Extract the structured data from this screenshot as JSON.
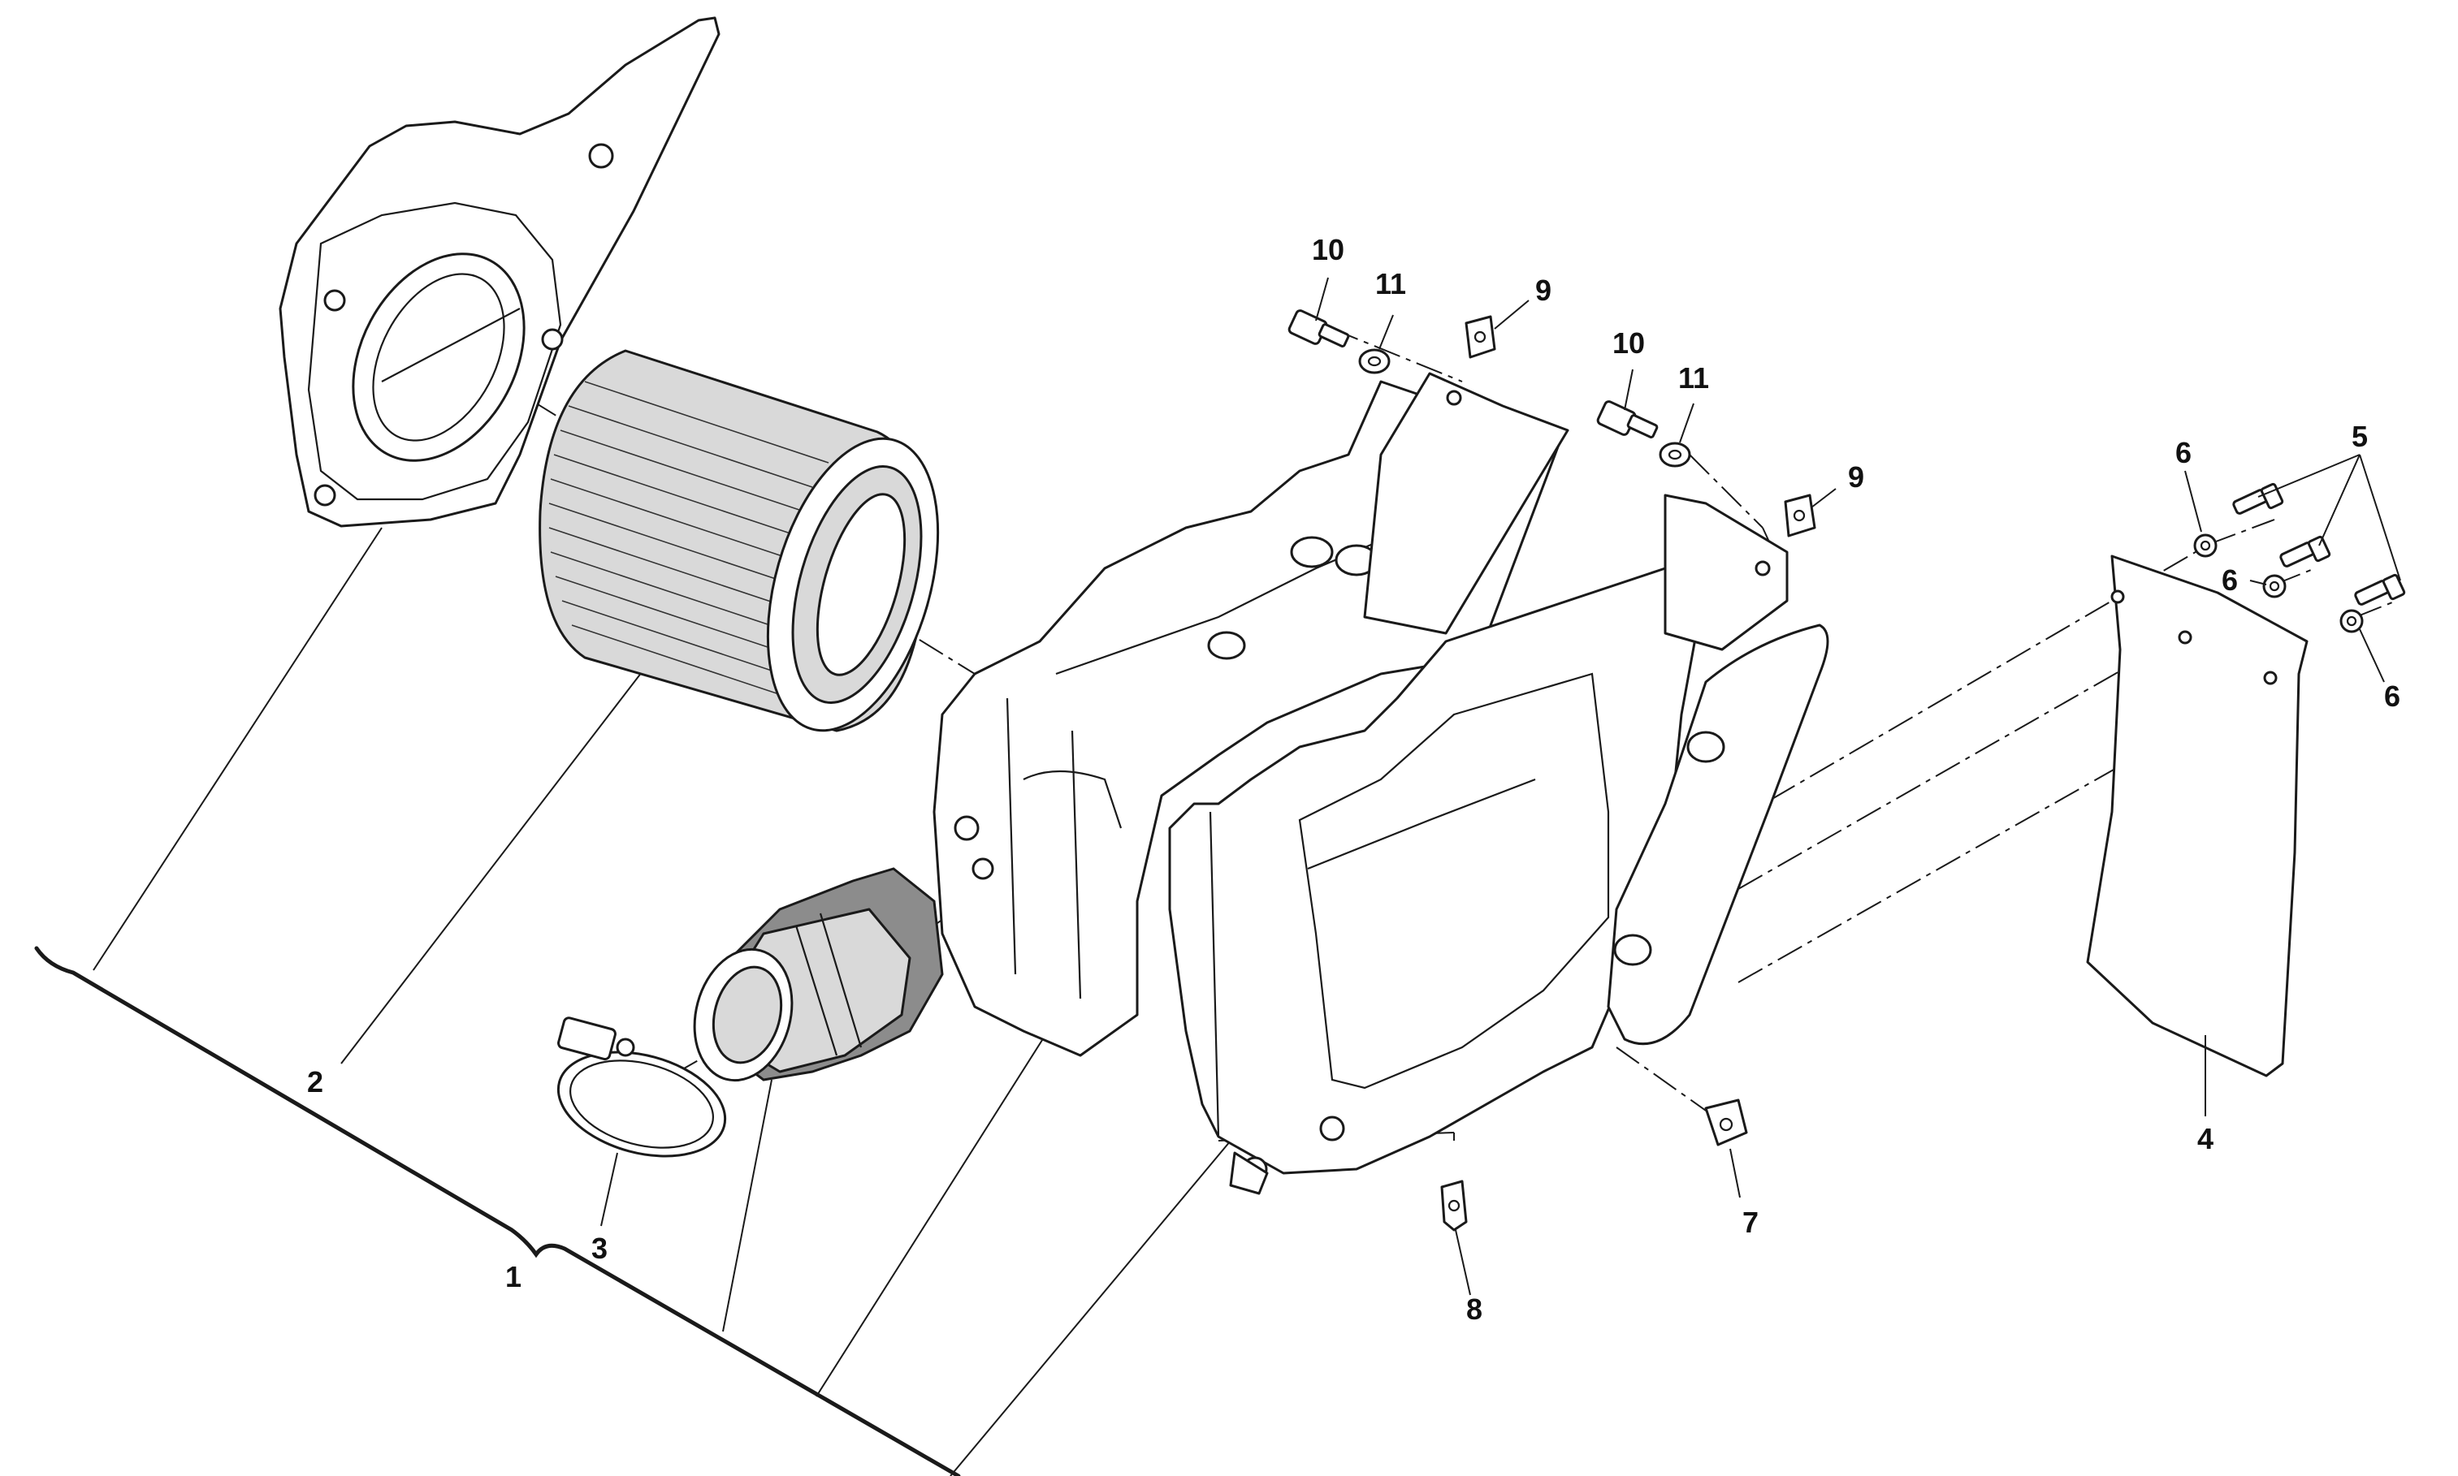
{
  "callouts": [
    {
      "id": "c1",
      "label": "1"
    },
    {
      "id": "c2",
      "label": "2"
    },
    {
      "id": "c3",
      "label": "3"
    },
    {
      "id": "c4",
      "label": "4"
    },
    {
      "id": "c5",
      "label": "5"
    },
    {
      "id": "c6a",
      "label": "6"
    },
    {
      "id": "c6b",
      "label": "6"
    },
    {
      "id": "c6c",
      "label": "6"
    },
    {
      "id": "c7",
      "label": "7"
    },
    {
      "id": "c8",
      "label": "8"
    },
    {
      "id": "c9a",
      "label": "9"
    },
    {
      "id": "c9b",
      "label": "9"
    },
    {
      "id": "c10a",
      "label": "10"
    },
    {
      "id": "c10b",
      "label": "10"
    },
    {
      "id": "c11a",
      "label": "11"
    },
    {
      "id": "c11b",
      "label": "11"
    }
  ]
}
